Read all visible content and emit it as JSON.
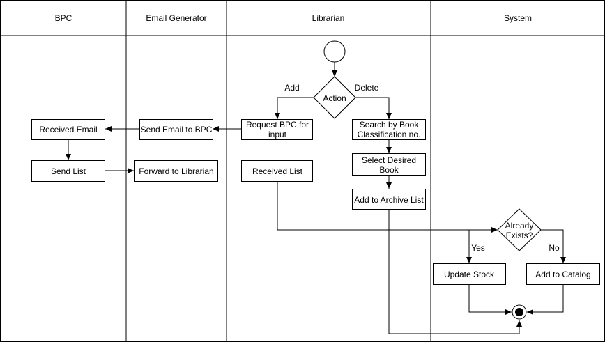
{
  "lanes": [
    {
      "name": "BPC"
    },
    {
      "name": "Email Generator"
    },
    {
      "name": "Librarian"
    },
    {
      "name": "System"
    }
  ],
  "nodes": {
    "received_email": "Received Email",
    "send_list": "Send List",
    "send_email_to_bpc": "Send Email to BPC",
    "forward_to_librarian": "Forward to Librarian",
    "request_bpc_input": [
      "Request BPC for",
      "input"
    ],
    "received_list": "Received List",
    "action": "Action",
    "search_by_classification": [
      "Search by Book",
      "Classification no."
    ],
    "select_desired_book": [
      "Select Desired",
      "Book"
    ],
    "add_to_archive_list": "Add to Archive List",
    "already_exists": [
      "Already",
      "Exists?"
    ],
    "update_stock": "Update Stock",
    "add_to_catalog": "Add to Catalog"
  },
  "edge_labels": {
    "add": "Add",
    "delete": "Delete",
    "yes": "Yes",
    "no": "No"
  }
}
